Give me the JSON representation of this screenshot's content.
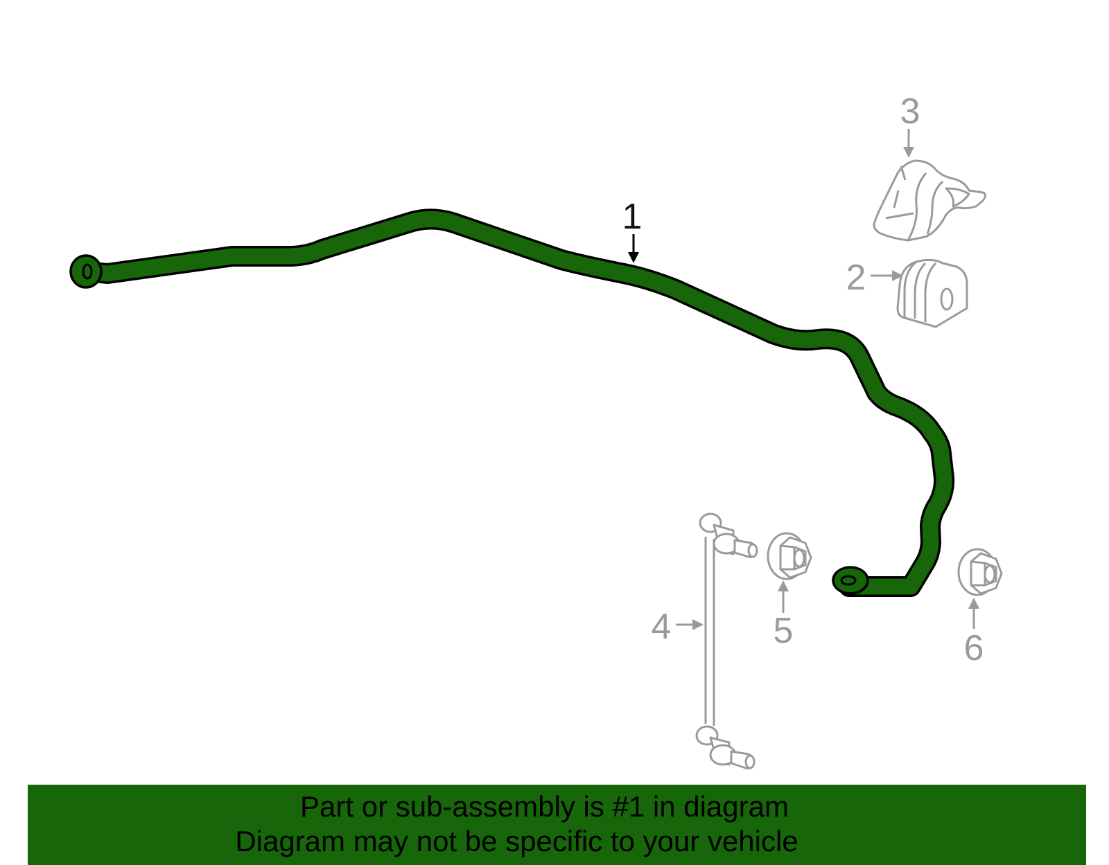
{
  "diagram": {
    "callouts": [
      {
        "id": "1",
        "label": "1"
      },
      {
        "id": "2",
        "label": "2"
      },
      {
        "id": "3",
        "label": "3"
      },
      {
        "id": "4",
        "label": "4"
      },
      {
        "id": "5",
        "label": "5"
      },
      {
        "id": "6",
        "label": "6"
      }
    ],
    "parts": [
      {
        "callout": "1",
        "icon": "stabilizer-bar-icon",
        "highlighted": true
      },
      {
        "callout": "2",
        "icon": "bushing-icon",
        "highlighted": false
      },
      {
        "callout": "3",
        "icon": "bracket-icon",
        "highlighted": false
      },
      {
        "callout": "4",
        "icon": "stabilizer-link-icon",
        "highlighted": false
      },
      {
        "callout": "5",
        "icon": "flange-nut-icon",
        "highlighted": false
      },
      {
        "callout": "6",
        "icon": "flange-nut-icon",
        "highlighted": false
      }
    ]
  },
  "banner": {
    "line1": "Part or sub-assembly is #1 in diagram",
    "line2": "Diagram may not be specific to your vehicle"
  },
  "colors": {
    "highlight": "#17660a",
    "outline": "#000000",
    "ghost": "#9a9a9a",
    "background": "#ffffff"
  }
}
